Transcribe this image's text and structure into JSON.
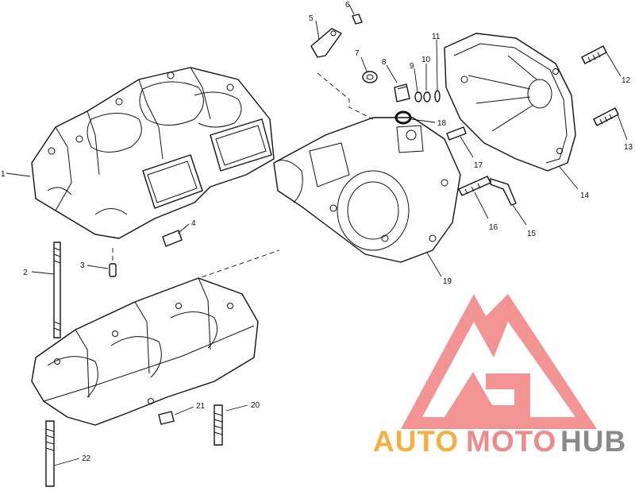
{
  "callouts": [
    {
      "id": "c1",
      "text": "1"
    },
    {
      "id": "c2",
      "text": "2"
    },
    {
      "id": "c3",
      "text": "3"
    },
    {
      "id": "c4",
      "text": "4"
    },
    {
      "id": "c5",
      "text": "5"
    },
    {
      "id": "c6",
      "text": "6"
    },
    {
      "id": "c7",
      "text": "7"
    },
    {
      "id": "c8",
      "text": "8"
    },
    {
      "id": "c9",
      "text": "9"
    },
    {
      "id": "c10",
      "text": "10"
    },
    {
      "id": "c11",
      "text": "11"
    },
    {
      "id": "c12",
      "text": "12"
    },
    {
      "id": "c13",
      "text": "13"
    },
    {
      "id": "c14",
      "text": "14"
    },
    {
      "id": "c15",
      "text": "15"
    },
    {
      "id": "c16",
      "text": "16"
    },
    {
      "id": "c17",
      "text": "17"
    },
    {
      "id": "c18",
      "text": "18"
    },
    {
      "id": "c19",
      "text": "19"
    },
    {
      "id": "c20",
      "text": "20"
    },
    {
      "id": "c21",
      "text": "21"
    },
    {
      "id": "c22",
      "text": "22"
    }
  ],
  "watermark": {
    "text_auto": "AUTO",
    "text_moto": "MOTO",
    "text_hub": "HUB",
    "color_auto": "#f5b041",
    "color_moto": "#f08a8a",
    "color_hub": "#8a8a8a",
    "logo_color": "#f28b8b"
  }
}
